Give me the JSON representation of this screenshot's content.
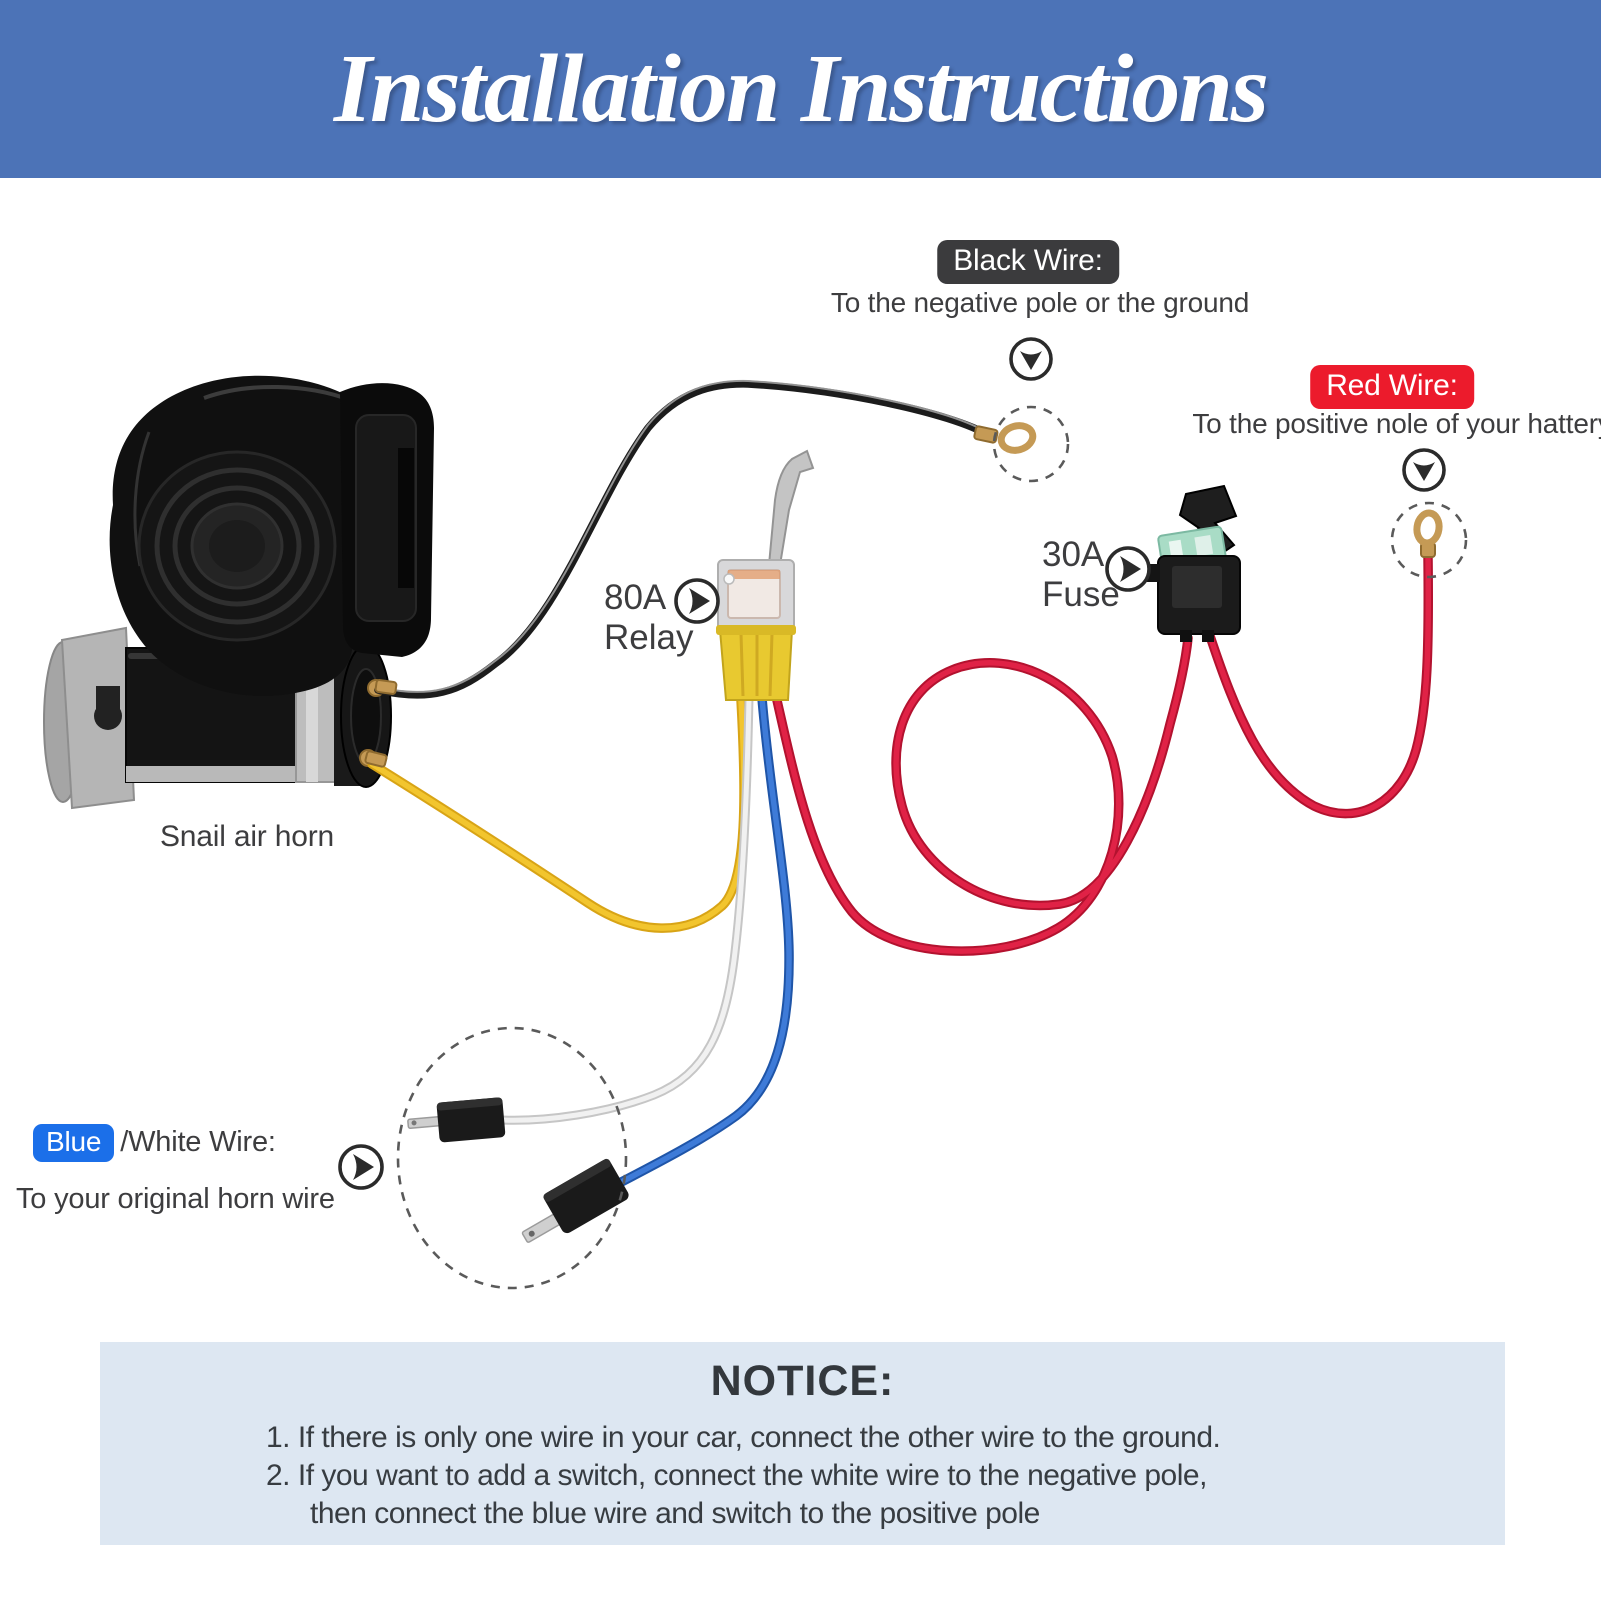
{
  "colors": {
    "header-bg": "#4c73b7",
    "notice-bg": "#dde7f2",
    "badge-black": "#3b3b3d",
    "badge-red": "#ec1b2c",
    "badge-blue": "#1b6fe9",
    "label-text": "#3d3d3f",
    "wire-yellow": "#f2c52e",
    "wire-yellow-dark": "#d8a416",
    "wire-red": "#e02246",
    "wire-red-dark": "#b3122f",
    "wire-blue": "#3e7bd8",
    "wire-blue-dark": "#1f55a8",
    "wire-white": "#f1f1f1",
    "wire-white-dark": "#c6c6c6",
    "wire-black": "#1c1c1c",
    "terminal-gold": "#c59a55"
  },
  "header": {
    "title": "Installation Instructions"
  },
  "diagram": {
    "black_wire": {
      "badge": "Black Wire:",
      "description": "To the negative pole or the ground"
    },
    "red_wire": {
      "badge": "Red Wire:",
      "description": "To the positive nole of your hattery"
    },
    "relay": {
      "amp": "80A",
      "name": "Relay"
    },
    "fuse": {
      "amp": "30A",
      "name": "Fuse"
    },
    "horn": {
      "label": "Snail air horn"
    },
    "blue_white": {
      "badge": "Blue",
      "suffix": "/White Wire:",
      "description": "To your original horn wire"
    }
  },
  "notice": {
    "title": "NOTICE:",
    "line1": "1. If there is only one wire in your car, connect the other wire to the ground.",
    "line2": "2. If you want to add a switch, connect the white wire to the negative pole,",
    "line3": "then connect the blue wire and switch to the positive pole"
  }
}
